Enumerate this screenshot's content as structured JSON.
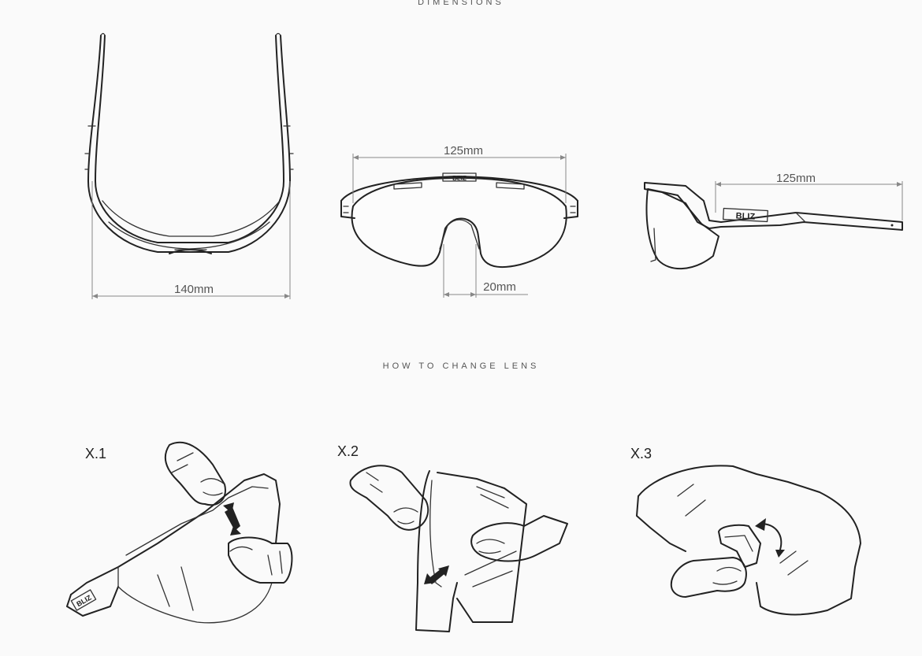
{
  "sections": {
    "dimensions_title": "DIMENSIONS",
    "how_to_title": "HOW TO CHANGE LENS"
  },
  "dimensions": {
    "top_view_width": "140mm",
    "front_view_width": "125mm",
    "front_view_bridge": "20mm",
    "side_view_length": "125mm"
  },
  "steps": [
    {
      "label": "X.1"
    },
    {
      "label": "X.2"
    },
    {
      "label": "X.3"
    }
  ],
  "brand": {
    "logo_text": "BLIZ"
  },
  "colors": {
    "line": "#222222",
    "dimension_line": "#888888",
    "background": "#fafafa"
  }
}
